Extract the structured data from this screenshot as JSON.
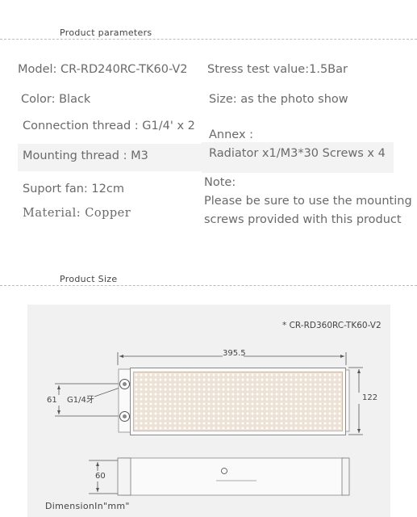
{
  "sections": {
    "params_title": "Product parameters",
    "size_title": "Product Size"
  },
  "params": {
    "model": "Model: CR-RD240RC-TK60-V2",
    "stress": "Stress test value:1.5Bar",
    "color": "Color: Black",
    "size": "Size: as the photo show",
    "connection": "Connection thread : G1/4' x 2",
    "annex_label": "Annex :",
    "annex_value": "Radiator x1/M3*30 Screws x 4",
    "mounting": "Mounting thread : M3",
    "fan": "Suport fan: 12cm",
    "note_label": "Note:",
    "material": "Material: Copper",
    "note_line1": "Please be sure to use the mounting",
    "note_line2": "screws provided with this product"
  },
  "diagram": {
    "model_code": "* CR-RD360RC-TK60-V2",
    "length": "395.5",
    "port_spacing": "61",
    "thread": "G1/4牙",
    "height": "122",
    "thickness": "60",
    "units": "DimensionIn\"mm\""
  }
}
